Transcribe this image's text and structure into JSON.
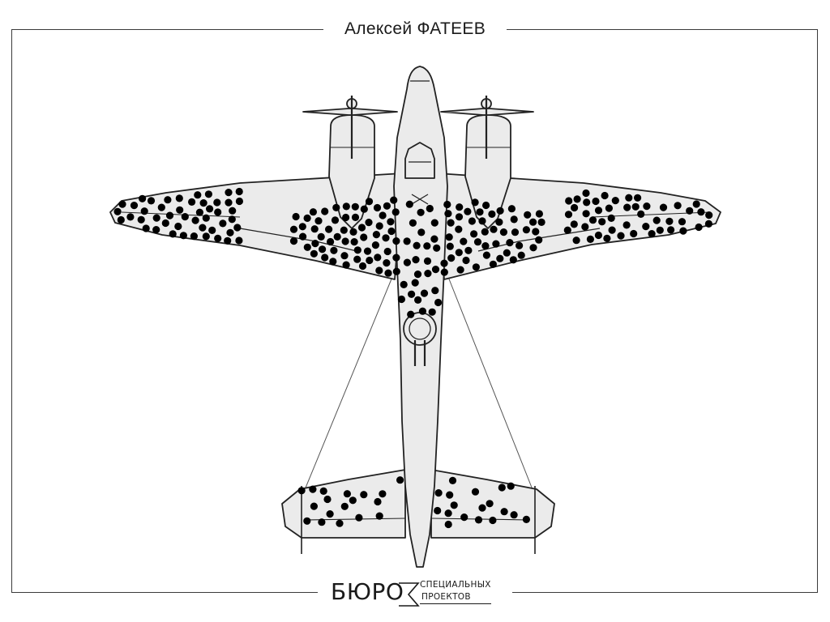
{
  "header": {
    "author": "Алексей ФАТЕЕВ"
  },
  "logo": {
    "main": "БЮРО",
    "line1": "СПЕЦИАЛЬНЫХ",
    "line2": "ПРОЕКТОВ"
  },
  "colors": {
    "ink": "#1a1a1a",
    "fill": "#ececec",
    "dot": "#000000"
  }
}
